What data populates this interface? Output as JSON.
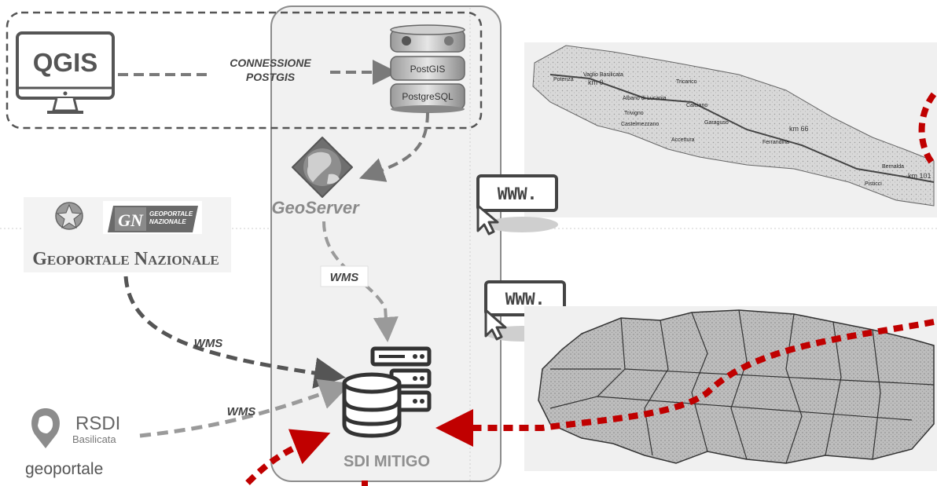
{
  "connection": {
    "line1": "CONNESSIONE",
    "line2": "POSTGIS"
  },
  "database": {
    "postgis": "PostGIS",
    "postgresql": "PostgreSQL"
  },
  "qgis": {
    "label": "QGIS"
  },
  "geoserver": {
    "label": "GeoServer"
  },
  "wms_labels": {
    "geoserver": "WMS",
    "geoportale_nazionale": "WMS",
    "rsdi": "WMS"
  },
  "geoportale_nazionale": {
    "badge_letters": "GN",
    "badge_line1": "GEOPORTALE",
    "badge_line2": "NAZIONALE",
    "title": "Geoportale Nazionale"
  },
  "rsdi": {
    "name": "RSDI",
    "region": "Basilicata",
    "portal": "geoportale"
  },
  "sdi": {
    "label": "SDI MITIGO"
  },
  "web": {
    "top_www": "WWW.",
    "bottom_www": "WWW."
  },
  "map_top": {
    "places": [
      "Potenza",
      "Vaglio Basilicata",
      "km 0",
      "Tricarico",
      "Albano di Lucania",
      "Calciano",
      "Trivigno",
      "Castelmezzano",
      "Garaguso",
      "Accettura",
      "Ferrandina",
      "km 66",
      "Bernalda",
      "Pisticci",
      "km 101"
    ]
  },
  "colors": {
    "accent_red": "#c00000",
    "arrow_gray": "#7a7a7a",
    "arrow_dark": "#555555"
  },
  "icons": [
    "monitor-icon",
    "database-stack-icon",
    "geoserver-icon",
    "cursor-icon",
    "server-database-icon",
    "emblem-icon",
    "map-pin-icon"
  ]
}
